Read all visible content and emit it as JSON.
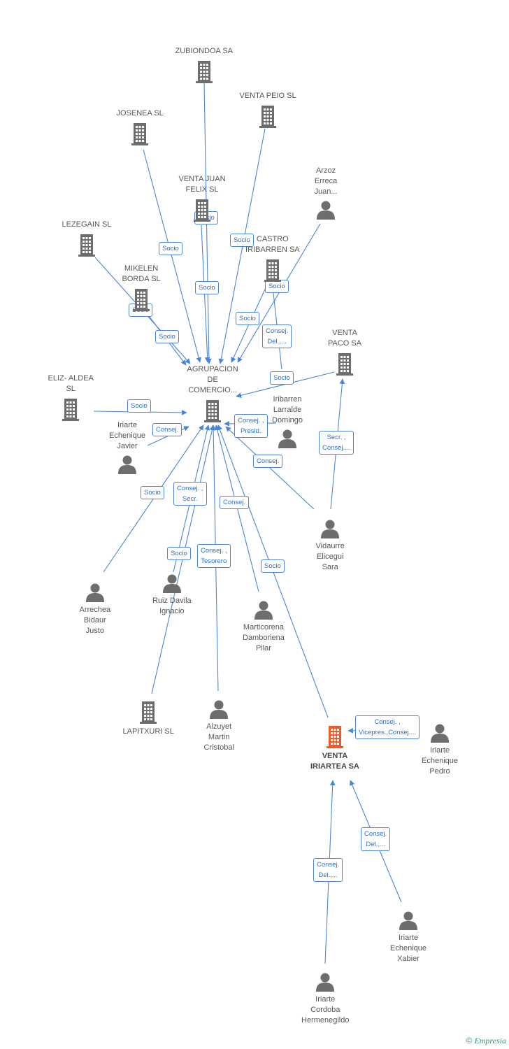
{
  "colors": {
    "edge": "#4a86d6",
    "icon": "#6d6d6d",
    "focus": "#f05a28",
    "text": "#555555"
  },
  "nodes": [
    {
      "id": "zubiondoa",
      "label": "ZUBIONDOA SA",
      "type": "company"
    },
    {
      "id": "venta_peio",
      "label": "VENTA PEIO SL",
      "type": "company"
    },
    {
      "id": "josenea",
      "label": "JOSENEA SL",
      "type": "company"
    },
    {
      "id": "venta_juan_felix",
      "label": "VENTA JUAN\nFELIX  SL",
      "type": "company"
    },
    {
      "id": "arzoz",
      "label": "Arzoz\nErreca\nJuan...",
      "type": "person"
    },
    {
      "id": "lezegain",
      "label": "LEZEGAIN SL",
      "type": "company"
    },
    {
      "id": "castro",
      "label": "CASTRO\nIRIBARREN SA",
      "type": "company"
    },
    {
      "id": "mikelen",
      "label": "MIKELEN\nBORDA  SL",
      "type": "company"
    },
    {
      "id": "venta_paco",
      "label": "VENTA\nPACO SA",
      "type": "company"
    },
    {
      "id": "agrupacion",
      "label": "AGRUPACION\nDE\nCOMERCIO...",
      "type": "company"
    },
    {
      "id": "eliz_aldea",
      "label": "ELIZ- ALDEA\nSL",
      "type": "company"
    },
    {
      "id": "iriarte_javier",
      "label": "Iriarte\nEchenique\nJavier",
      "type": "person"
    },
    {
      "id": "iribarren",
      "label": "Iribarren\nLarralde\nDomingo",
      "type": "person"
    },
    {
      "id": "vidaurre",
      "label": "Vidaurre\nElicegui\nSara",
      "type": "person"
    },
    {
      "id": "arrechea",
      "label": "Arrechea\nBidaur\nJusto",
      "type": "person"
    },
    {
      "id": "ruiz",
      "label": "Ruiz Davila\nIgnacio",
      "type": "person"
    },
    {
      "id": "marticorena",
      "label": "Marticorena\nDamboriena\nPilar",
      "type": "person"
    },
    {
      "id": "lapitxuri",
      "label": "LAPITXURI SL",
      "type": "company"
    },
    {
      "id": "alzuyet",
      "label": "Alzuyet\nMartin\nCristobal",
      "type": "person"
    },
    {
      "id": "venta_iriartea",
      "label": "VENTA\nIRIARTEA SA",
      "type": "focus"
    },
    {
      "id": "iriarte_pedro",
      "label": "Iriarte\nEchenique\nPedro",
      "type": "person"
    },
    {
      "id": "iriarte_xabier",
      "label": "Iriarte\nEchenique\nXabier",
      "type": "person"
    },
    {
      "id": "iriarte_cordoba",
      "label": "Iriarte\nCordoba\nHermenegildo",
      "type": "person"
    }
  ],
  "edges": [
    {
      "from": "zubiondoa",
      "to": "agrupacion",
      "label": "Socio"
    },
    {
      "from": "venta_peio",
      "to": "agrupacion",
      "label": "Socio"
    },
    {
      "from": "josenea",
      "to": "agrupacion",
      "label": "Socio"
    },
    {
      "from": "venta_juan_felix",
      "to": "agrupacion",
      "label": "Socio"
    },
    {
      "from": "arzoz",
      "to": "agrupacion",
      "label": "Socio"
    },
    {
      "from": "lezegain",
      "to": "agrupacion",
      "label": "Socio"
    },
    {
      "from": "mikelen",
      "to": "agrupacion",
      "label": "Socio"
    },
    {
      "from": "castro",
      "to": "agrupacion",
      "label": "Socio"
    },
    {
      "from": "iribarren",
      "to": "castro",
      "label": "Consej.\nDel.,..."
    },
    {
      "from": "venta_paco",
      "to": "agrupacion",
      "label": "Socio"
    },
    {
      "from": "eliz_aldea",
      "to": "agrupacion",
      "label": "Socio"
    },
    {
      "from": "iriarte_javier",
      "to": "agrupacion",
      "label": "Consej."
    },
    {
      "from": "iribarren",
      "to": "agrupacion",
      "label": "Consej. ,\nPresid."
    },
    {
      "from": "vidaurre",
      "to": "venta_paco",
      "label": "Secr. ,\nConsej...."
    },
    {
      "from": "vidaurre",
      "to": "agrupacion",
      "label": "Consej."
    },
    {
      "from": "arrechea",
      "to": "agrupacion",
      "label": "Socio"
    },
    {
      "from": "ruiz",
      "to": "agrupacion",
      "label": "Consej. ,\nSecr."
    },
    {
      "from": "lapitxuri",
      "to": "agrupacion",
      "label": "Socio"
    },
    {
      "from": "alzuyet",
      "to": "agrupacion",
      "label": "Consej. ,\nTesorero"
    },
    {
      "from": "marticorena",
      "to": "agrupacion",
      "label": "Consej."
    },
    {
      "from": "venta_iriartea",
      "to": "agrupacion",
      "label": "Socio"
    },
    {
      "from": "iriarte_pedro",
      "to": "venta_iriartea",
      "label": "Consej. ,\nVicepres.,Consej...."
    },
    {
      "from": "iriarte_xabier",
      "to": "venta_iriartea",
      "label": "Consej.\nDel.,..."
    },
    {
      "from": "iriarte_cordoba",
      "to": "venta_iriartea",
      "label": "Consej.\nDel.,..."
    }
  ],
  "footer": {
    "copyright": "©",
    "brand": "Empresia"
  }
}
